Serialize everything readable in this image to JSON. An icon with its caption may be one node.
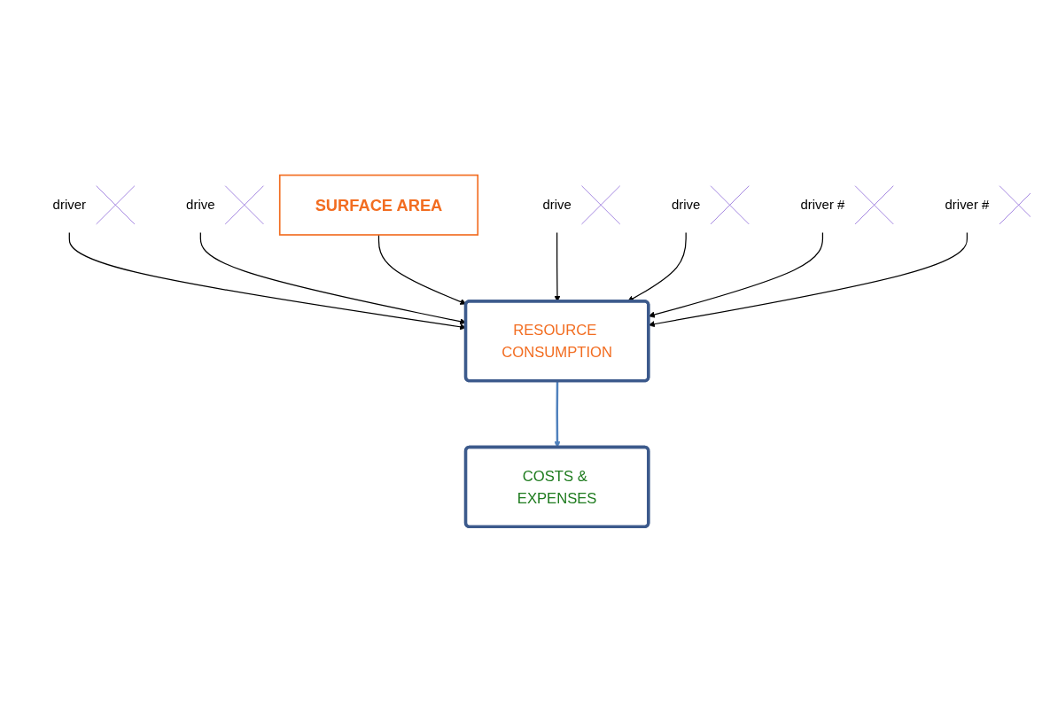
{
  "diagram": {
    "nodes": [
      {
        "text": [
          "driver"
        ]
      },
      {
        "text": [
          "drive"
        ]
      },
      {
        "text": [
          "SURFACE AREA"
        ]
      },
      {
        "text": [
          "drive"
        ]
      },
      {
        "text": [
          "RESOURCE CONSUMPTION"
        ]
      },
      {
        "text": [
          "drive"
        ]
      },
      {
        "text": [
          "driver #"
        ]
      },
      {
        "text": [
          "driver #"
        ]
      },
      {
        "text": [
          "COSTS & EXPENSES"
        ]
      }
    ],
    "edges": [
      {
        "from": 0,
        "to": 4,
        "arrow": "to"
      },
      {
        "from": 1,
        "to": 4,
        "arrow": "to"
      },
      {
        "from": 2,
        "to": 4,
        "arrow": "to"
      },
      {
        "from": 3,
        "to": 4,
        "arrow": "to"
      },
      {
        "from": 5,
        "to": 4,
        "arrow": "to"
      },
      {
        "from": 6,
        "to": 4,
        "arrow": "to"
      },
      {
        "from": 7,
        "to": 4,
        "arrow": "to"
      },
      {
        "from": 4,
        "to": 8,
        "arrow": "to",
        "color": "#4f81bd"
      }
    ]
  }
}
